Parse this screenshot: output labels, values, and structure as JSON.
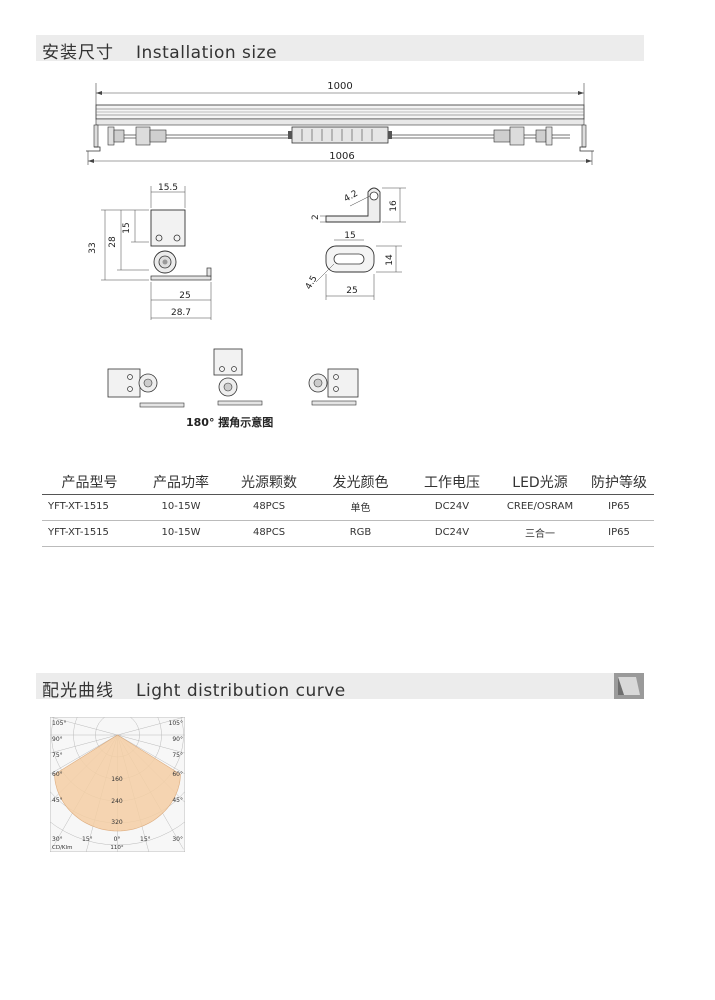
{
  "installation": {
    "title_cn": "安装尺寸",
    "title_en": "Installation size",
    "dim_length": "1000",
    "dim_total": "1006",
    "end_w1": "15.5",
    "end_h_total": "33",
    "end_h_body": "28",
    "end_h_top": "15",
    "end_w_base": "25",
    "end_w_total": "28.7",
    "bracket_d": "4.2",
    "bracket_t": "2",
    "bracket_h": "16",
    "slot_w": "15",
    "slot_h": "14",
    "slot_r": "4.5",
    "slot_base": "25",
    "swing_caption": "180° 摆角示意图"
  },
  "spec_table": {
    "headers": [
      "产品型号",
      "产品功率",
      "光源颗数",
      "发光颜色",
      "工作电压",
      "LED光源",
      "防护等级"
    ],
    "rows": [
      [
        "YFT-XT-1515",
        "10-15W",
        "48PCS",
        "单色",
        "DC24V",
        "CREE/OSRAM",
        "IP65"
      ],
      [
        "YFT-XT-1515",
        "10-15W",
        "48PCS",
        "RGB",
        "DC24V",
        "三合一",
        "IP65"
      ]
    ]
  },
  "distribution": {
    "title_cn": "配光曲线",
    "title_en": "Light distribution curve",
    "angles_left": [
      "105°",
      "90°",
      "75°",
      "60°",
      "45°"
    ],
    "angles_right": [
      "105°",
      "90°",
      "75°",
      "60°",
      "45°"
    ],
    "bottom_labels": [
      "30°",
      "15°",
      "0°",
      "15°",
      "30°"
    ],
    "radial_values": [
      "160",
      "240",
      "320"
    ],
    "unit": "CD/Klm",
    "beam": "110°",
    "fill_color": "#f5cfa5"
  }
}
